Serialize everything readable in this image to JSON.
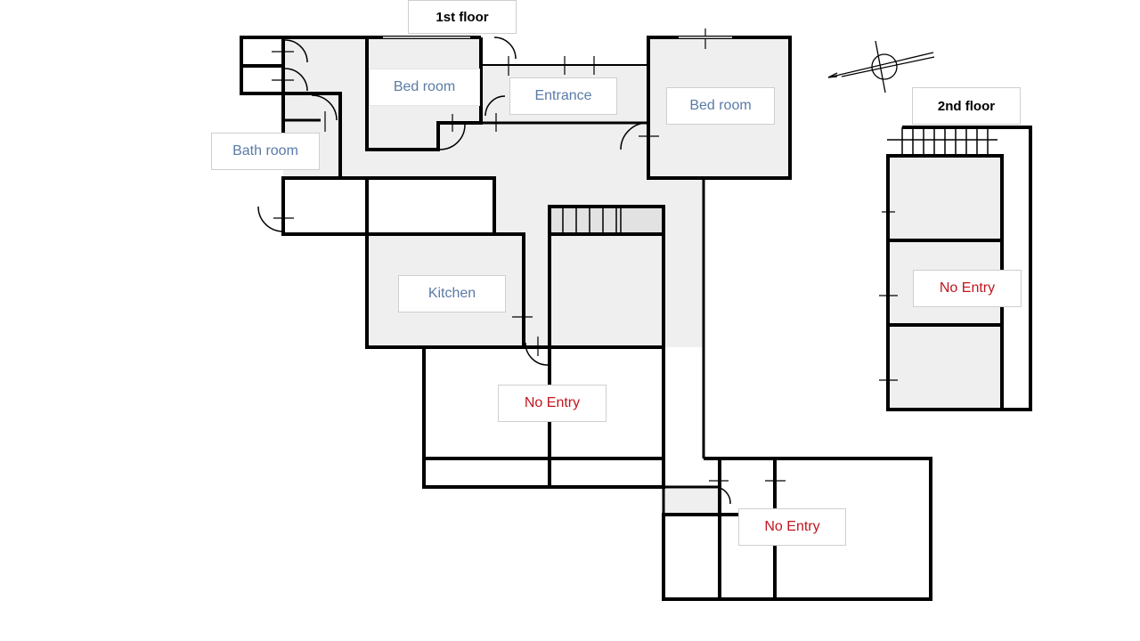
{
  "floors": {
    "first": "1st floor",
    "second": "2nd floor"
  },
  "rooms": {
    "bedroom_1": "Bed room",
    "entrance": "Entrance",
    "bedroom_2": "Bed room",
    "bathroom": "Bath room",
    "kitchen": "Kitchen",
    "no_entry_1": "No Entry",
    "no_entry_2": "No Entry",
    "no_entry_3": "No Entry"
  },
  "colors": {
    "room_label": "#5a7ba6",
    "no_entry_label": "#c0161e",
    "floor_fill": "#efefef",
    "wall": "#000000"
  },
  "icons": [
    "compass-north-arrow-icon",
    "door-swing-icon",
    "stairs-icon"
  ]
}
